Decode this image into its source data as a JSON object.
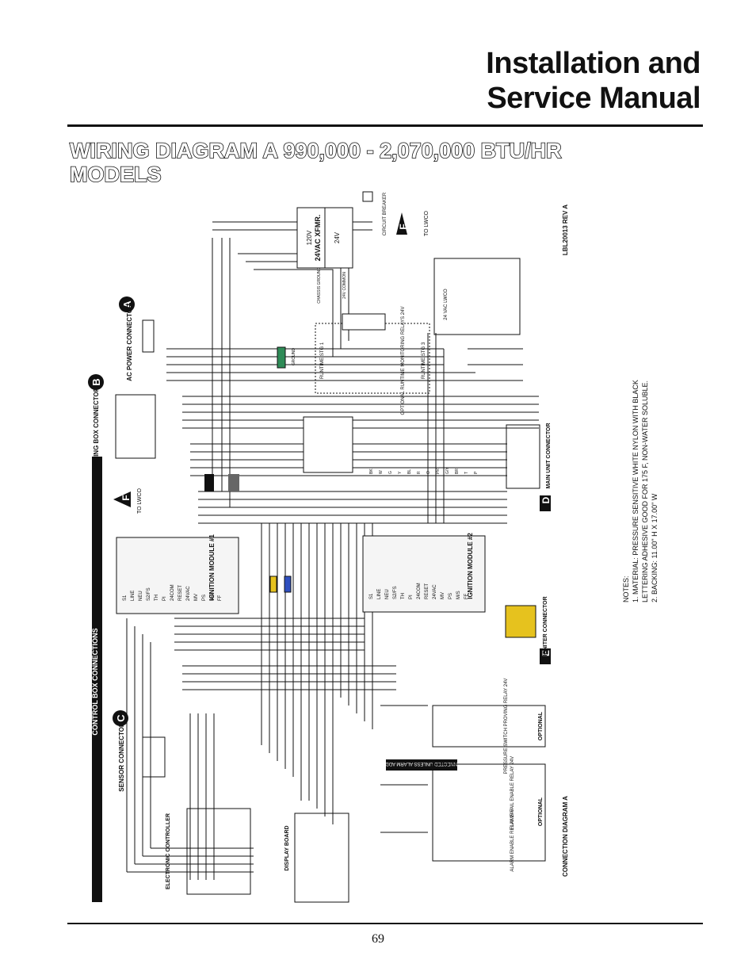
{
  "header": {
    "title_line1": "Installation and",
    "title_line2": "Service Manual"
  },
  "section": {
    "heading_line1": "WIRING DIAGRAM A 990,000 - 2,070,000 BTU/HR",
    "heading_line2": "MODELS"
  },
  "diagram": {
    "sidebar_label": "CONTROL BOX CONNECTIONS",
    "connectors": {
      "a_letter": "A",
      "a_label": "AC POWER CONNECTOR",
      "b_letter": "B",
      "b_label": "WIRING BOX CONNECTOR",
      "c_letter": "C",
      "c_label": "SENSOR CONNECTOR",
      "d_letter": "D",
      "d_label": "MAIN UNIT CONNECTOR",
      "e_letter": "E",
      "e_label": "IGNITER CONNECTOR",
      "f_letter": "F",
      "f_label": "TO LWCO"
    },
    "components": {
      "transformer": "24VAC XFMR.",
      "transformer_primary": "120V",
      "transformer_secondary": "24V",
      "circuit_breaker": "CIRCUIT BREAKER",
      "chassis_ground": "CHASSIS GROUND",
      "common_24v": "24V COMMON",
      "runtime_relays": "OPTIONAL RUNTIME MONITORING RELAYS 24V",
      "runtime_stg1": "RUNTIME STG 1",
      "runtime_stg3": "RUNTIME STG 3",
      "ground": "GROUND",
      "ignition_module_1": "IGNITION MODULE #1",
      "ignition_module_2": "IGNITION MODULE #2",
      "pressure_switch": "PRESSURE SWITCH PROVING RELAY 24V",
      "pressure_optional": "OPTIONAL",
      "alarm_banner": "CONNECTED UNLESS ALARM ADDED",
      "flame_relay": "FLAME FAIL ENABLE RELAY 24V",
      "alarm_relay": "ALARM ENABLE RELAY 24V",
      "relay_optional": "OPTIONAL",
      "electronic_controller": "ELECTRONIC CONTROLLER",
      "display_board": "DISPLAY BOARD",
      "lwco_board": "24 VAC LWCO"
    },
    "module_terminals": [
      "S1",
      "LINE",
      "NEU",
      "S2/FS",
      "TH",
      "PI",
      "24COM",
      "RESET",
      "24VAC",
      "MV",
      "PS",
      "M/S",
      "FF"
    ],
    "wire_codes": [
      "BK",
      "W",
      "G",
      "Y",
      "BL",
      "R",
      "O",
      "PR",
      "G/Y",
      "BR",
      "T",
      "P"
    ],
    "caption": "CONNECTION DIAGRAM A",
    "label_id": "LBL20013 REV A",
    "notes": {
      "title": "NOTES:",
      "line1": "1. MATERIAL: PRESSURE SENSITIVE WHITE NYLON WITH BLACK",
      "line2": "LETTERING ADHESIVE GOOD FOR 175 F, NON-WATER SOLUBLE.",
      "line3": "2. BACKING: 11.00\" H X 17.00\" W"
    }
  },
  "footer": {
    "page_number": "69"
  }
}
